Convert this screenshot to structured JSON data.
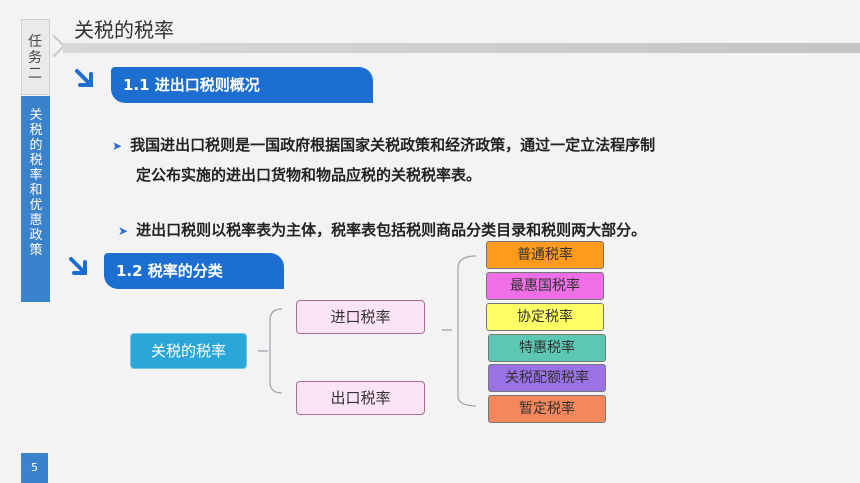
{
  "sidebar": {
    "task_label": "任务二",
    "chapter_label": "关税的税率和优惠政策",
    "page_number": "5"
  },
  "header": {
    "title": "关税的税率"
  },
  "section1": {
    "heading": "1.1  进出口税则概况",
    "bullets": [
      {
        "line1": "我国进出口税则是一国政府根据国家关税政策和经济政策，通过一定立法程序制",
        "line2": "定公布实施的进出口货物和物品应税的关税税率表。"
      },
      {
        "line1": "进出口税则以税率表为主体，税率表包括税则商品分类目录和税则两大部分。"
      }
    ]
  },
  "section2": {
    "heading": "1.2  税率的分类",
    "root": "关税的税率",
    "branches": [
      "进口税率",
      "出口税率"
    ],
    "import_rates": [
      {
        "label": "普通税率",
        "color": "#ff9a1a"
      },
      {
        "label": "最惠国税率",
        "color": "#ee6fe6"
      },
      {
        "label": "协定税率",
        "color": "#ffff66"
      },
      {
        "label": "特惠税率",
        "color": "#5cc8b3"
      },
      {
        "label": "关税配额税率",
        "color": "#9b72e6"
      },
      {
        "label": "暂定税率",
        "color": "#f4885c"
      }
    ]
  },
  "colors": {
    "accent": "#3b82cc",
    "heading_bg": "#1c6fd1",
    "root_bg": "#2ba6d8",
    "branch_bg": "#fde3f6"
  }
}
